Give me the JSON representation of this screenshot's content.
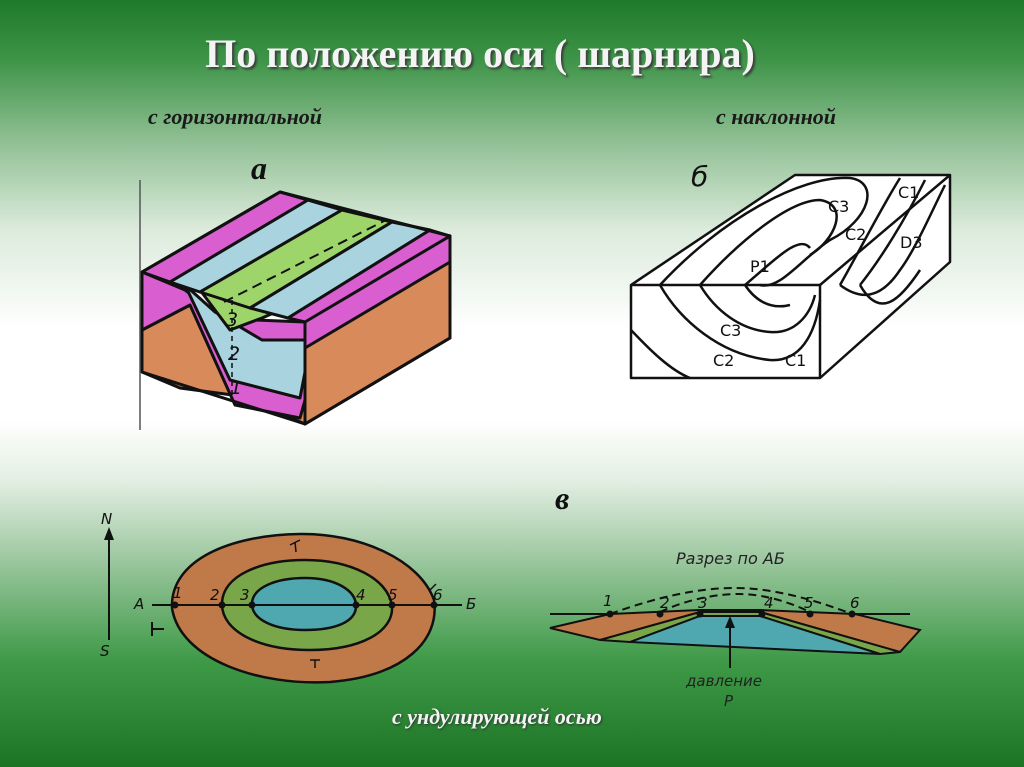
{
  "title": "По положению оси ( шарнира)",
  "captions": {
    "horizontal": "с горизонтальной",
    "inclined": "с наклонной",
    "undulating": "с ундулирующей осью"
  },
  "letters": {
    "a": "а",
    "b": "б",
    "v": "в"
  },
  "block_a": {
    "layers": [
      "1",
      "2",
      "3"
    ]
  },
  "block_b": {
    "labels": {
      "c3_top": "C3",
      "c1_top": "C1",
      "c2_top": "C2",
      "d3": "D3",
      "p1": "P1",
      "c3_front": "C3",
      "c2_front": "C2",
      "c1_front": "C1"
    }
  },
  "map_v": {
    "compass_n": "N",
    "compass_s": "S",
    "line_start": "А",
    "line_end": "Б",
    "points": [
      "1",
      "2",
      "3",
      "4",
      "5",
      "6"
    ]
  },
  "section_v": {
    "title": "Разрез по АБ",
    "points": [
      "1",
      "2",
      "3",
      "4",
      "5",
      "6"
    ],
    "pressure": "давление",
    "pressure_symbol": "Р"
  },
  "colors": {
    "magenta": "#d95fd0",
    "blue": "#a9d3df",
    "green": "#9ed56a",
    "orange": "#d98a5a",
    "brown": "#c07a4a",
    "olive": "#7aa64a",
    "teal": "#4fa7b0"
  }
}
